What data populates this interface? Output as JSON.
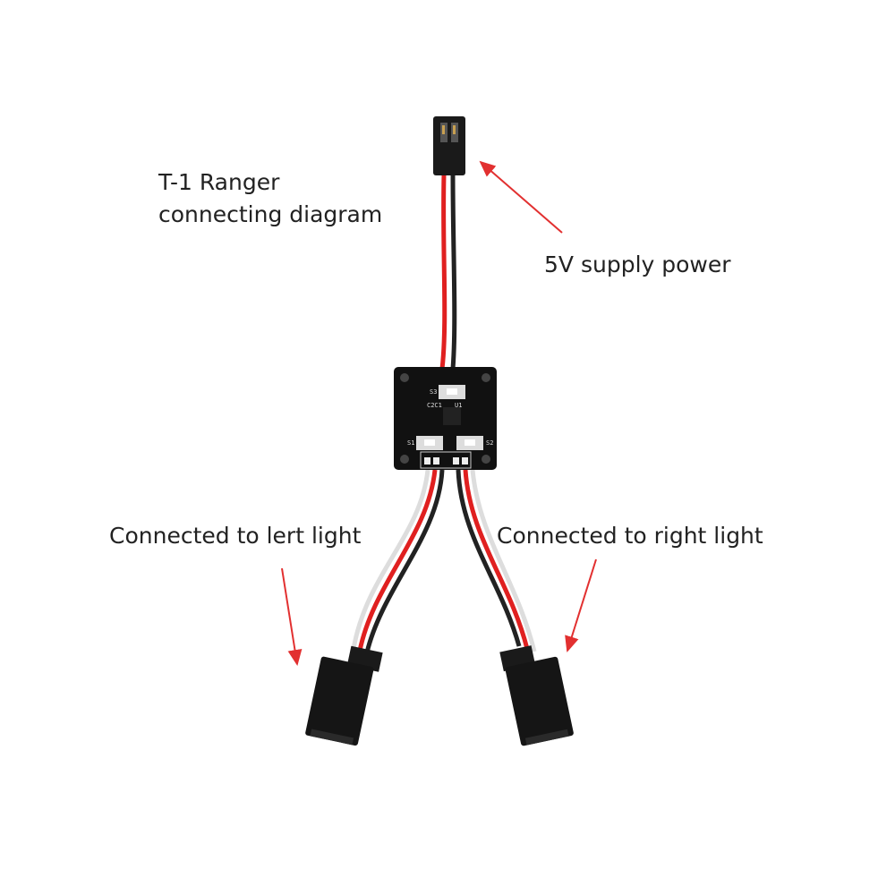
{
  "title": {
    "line1": "T-1 Ranger",
    "line2": "connecting diagram"
  },
  "annotations": {
    "power": "5V supply power",
    "left": "Connected to lert light",
    "right": "Connected to right light"
  },
  "pcb_labels": {
    "u1": "U1",
    "caps": "C2C1",
    "s1": "S1",
    "s2": "S2",
    "s3": "S3"
  },
  "colors": {
    "arrow": "#e23030",
    "wire_red": "#e02020",
    "wire_black": "#222222",
    "pcb": "#111111"
  }
}
